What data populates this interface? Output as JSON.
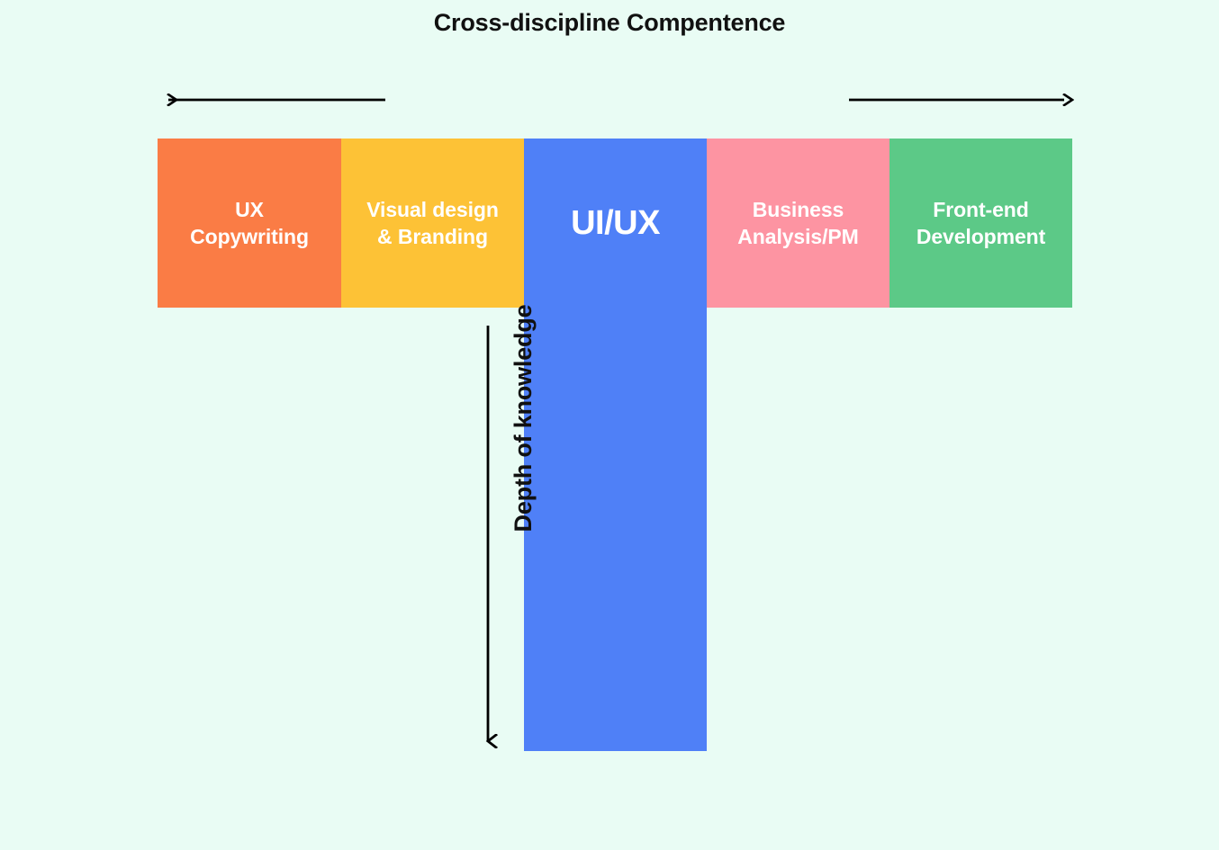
{
  "background_color": "#e9fcf4",
  "axes": {
    "horizontal": {
      "title": "Cross-discipline Compentence",
      "arrow_color": "#000000",
      "direction": "both"
    },
    "vertical": {
      "title": "Depth of knowledge",
      "arrow_color": "#000000",
      "direction": "down"
    }
  },
  "center": {
    "label": "UI/UX",
    "color": "#4f80f7",
    "text_color": "#ffffff"
  },
  "blocks": [
    {
      "label": "UX\nCopywriting",
      "line1": "UX",
      "line2": "Copywriting",
      "color": "#fa7c45",
      "text_color": "#ffffff"
    },
    {
      "label": "Visual design\n& Branding",
      "line1": "Visual design",
      "line2": "& Branding",
      "color": "#fdc236",
      "text_color": "#ffffff"
    },
    {
      "label": "Business\nAnalysis/PM",
      "line1": "Business",
      "line2": "Analysis/PM",
      "color": "#fd94a2",
      "text_color": "#ffffff"
    },
    {
      "label": "Front-end\nDevelopment",
      "line1": "Front-end",
      "line2": "Development",
      "color": "#5cc987",
      "text_color": "#ffffff"
    }
  ]
}
